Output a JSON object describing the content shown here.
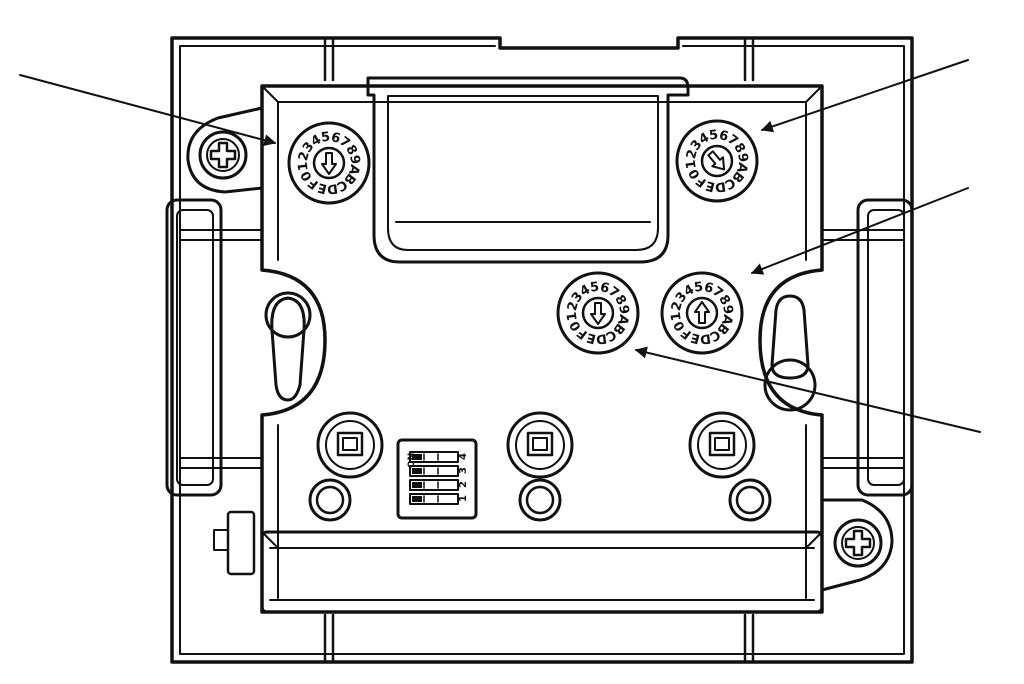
{
  "diagram": {
    "colors": {
      "line": "#111111",
      "background": "#ffffff",
      "fill": "#ffffff"
    },
    "rotary_switches": [
      {
        "name": "rotary-switch-top-left",
        "digits": "0123456789ABCDEF",
        "arrow": "down"
      },
      {
        "name": "rotary-switch-top-right",
        "digits": "0123456789ABCDEF",
        "arrow": "down-right"
      },
      {
        "name": "rotary-switch-middle-left",
        "digits": "0123456789ABCDEF",
        "arrow": "down"
      },
      {
        "name": "rotary-switch-middle-right",
        "digits": "0123456789ABCDEF",
        "arrow": "up"
      }
    ],
    "dip_switch": {
      "on_label": "ON",
      "positions": [
        "1",
        "2",
        "3",
        "4"
      ]
    },
    "screw_icons": [
      "screw-left",
      "screw-right"
    ],
    "callout_arrows": 4
  }
}
